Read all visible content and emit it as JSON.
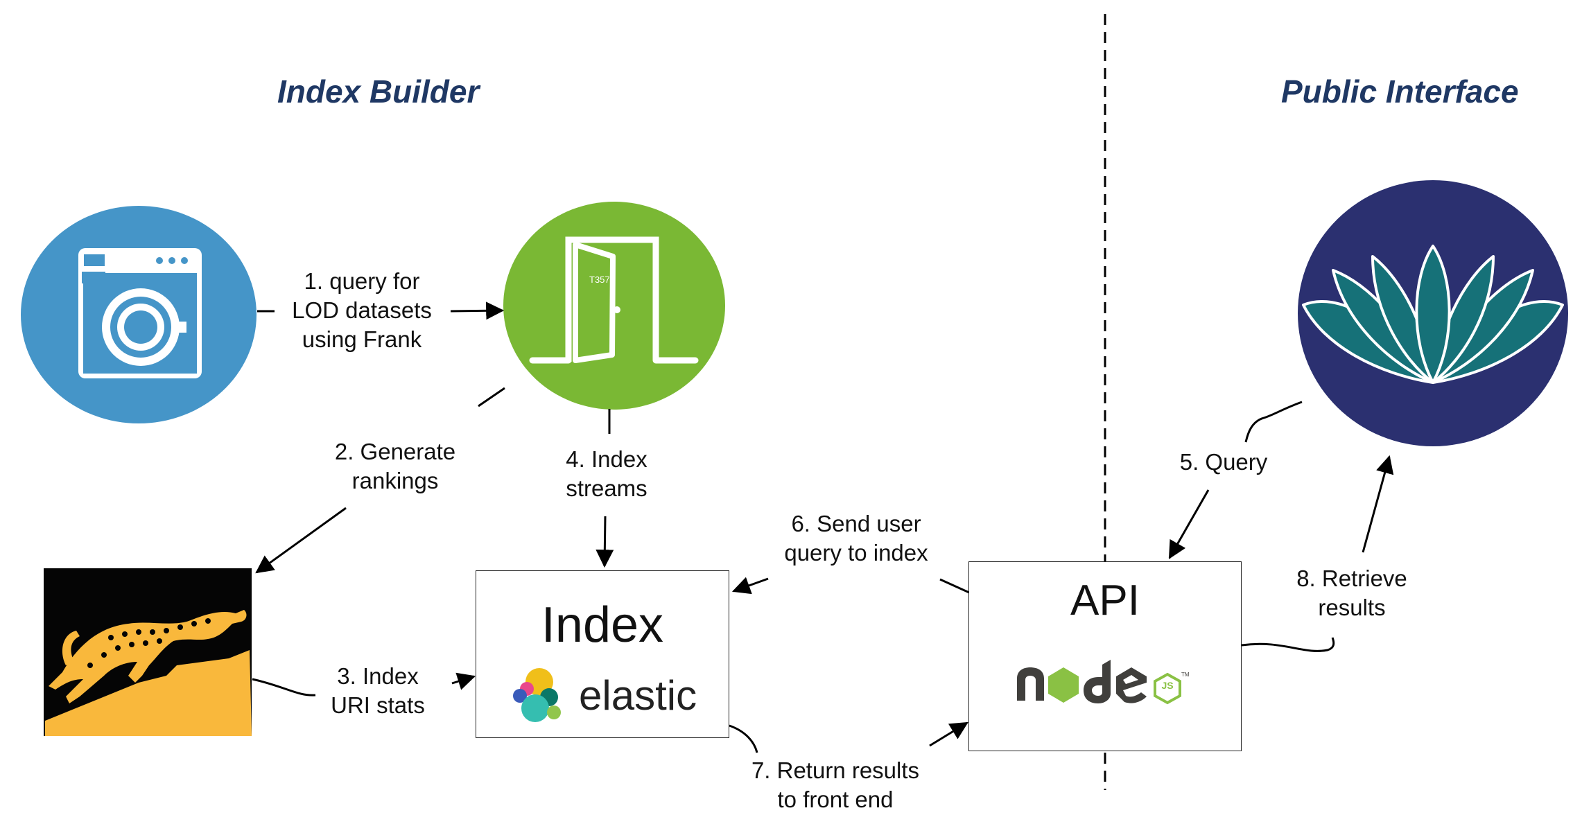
{
  "titles": {
    "index_builder": "Index Builder",
    "public_interface": "Public Interface"
  },
  "labels": {
    "step1": "1. query for\nLOD datasets\nusing Frank",
    "step2": "2. Generate\nrankings",
    "step3": "3. Index\nURI stats",
    "step4": "4. Index\nstreams",
    "step5": "5. Query",
    "step6": "6. Send user\nquery to index",
    "step7": "7. Return results\nto front end",
    "step8": "8. Retrieve\nresults"
  },
  "nodes": {
    "index_box": {
      "title": "Index",
      "logo_text": "elastic"
    },
    "api_box": {
      "title": "API",
      "logo_text": "node",
      "logo_badge": "JS",
      "logo_tm": "TM"
    },
    "door_label": "T357"
  },
  "colors": {
    "title": "#1f3864",
    "washer_bg": "#4595c8",
    "door_bg": "#7ab834",
    "lotus_bg": "#2b3070",
    "lotus_petal": "#167178",
    "cheetah_bg": "#050505",
    "cheetah_fill": "#f9b83c",
    "node_dark": "#403f3c",
    "node_green": "#8ac144"
  },
  "icons": [
    "washing-machine-icon",
    "door-icon",
    "cheetah-icon",
    "lotus-icon",
    "elastic-logo",
    "nodejs-logo"
  ]
}
